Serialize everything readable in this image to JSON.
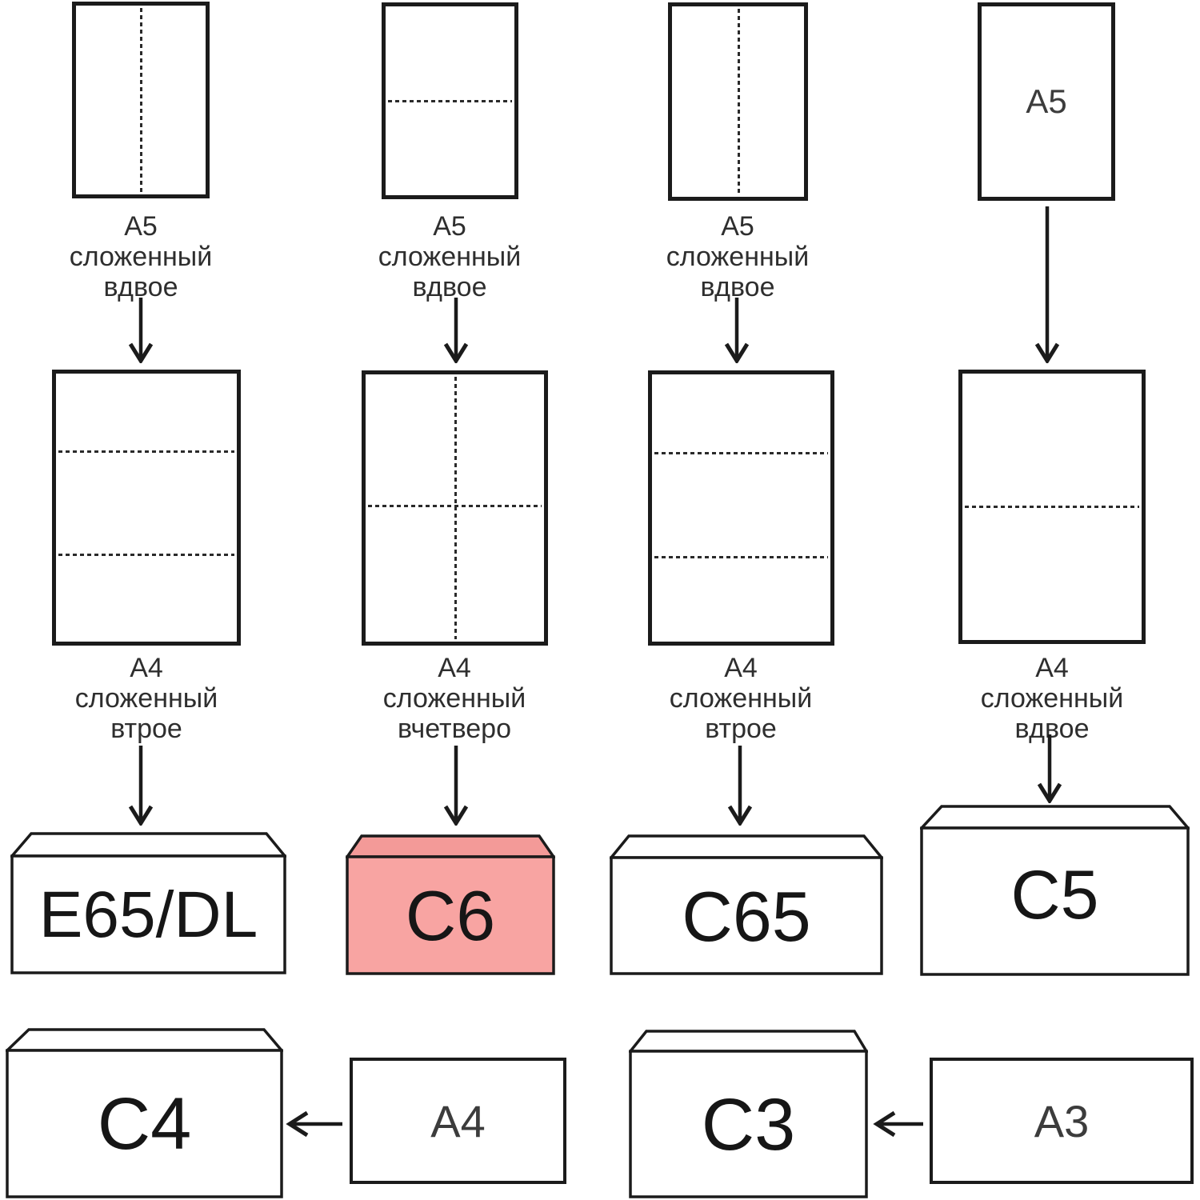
{
  "columns": [
    {
      "top_caption": [
        "А5",
        "сложенный",
        "вдвое"
      ],
      "mid_caption": [
        "А4",
        "сложенный",
        "втрое"
      ],
      "envelope_label": "E65/DL"
    },
    {
      "top_caption": [
        "А5",
        "сложенный",
        "вдвое"
      ],
      "mid_caption": [
        "А4",
        "сложенный",
        "вчетверо"
      ],
      "envelope_label": "C6"
    },
    {
      "top_caption": [
        "А5",
        "сложенный",
        "вдвое"
      ],
      "mid_caption": [
        "А4",
        "сложенный",
        "втрое"
      ],
      "envelope_label": "C65"
    },
    {
      "top_paper_label": "A5",
      "mid_caption": [
        "А4",
        "сложенный",
        "вдвое"
      ],
      "envelope_label": "C5"
    }
  ],
  "bottom": [
    {
      "envelope_label": "C4",
      "paper_label": "A4"
    },
    {
      "envelope_label": "C3",
      "paper_label": "A3"
    }
  ],
  "highlight": {
    "label": "C6",
    "body_color": "#F8A4A2",
    "flap_color": "#F39A98",
    "line_color": "#1b1b1b"
  }
}
